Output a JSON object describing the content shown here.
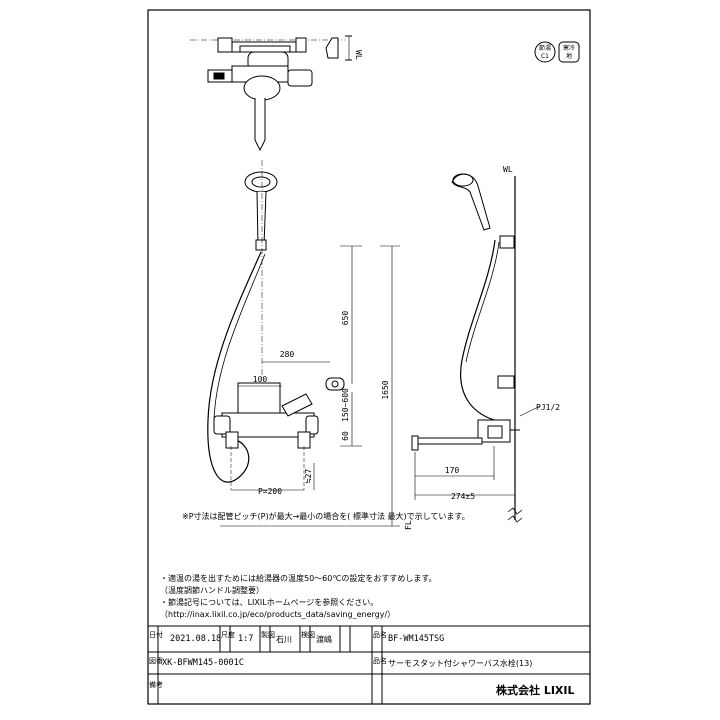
{
  "dimensions": {
    "d280": "280",
    "d100": "100",
    "d650": "650",
    "d1650": "1650",
    "d150600": "150~600",
    "d60": "60",
    "d27": "≒27",
    "pitch": "P=200",
    "d170": "170",
    "d274": "274±5",
    "pj": "PJ1/2",
    "wl": "WL",
    "fl": "FL"
  },
  "badges": {
    "left": "節湯\nC1",
    "right": "寒冷\n地"
  },
  "caption_note": "※P寸法は配管ピッチ(P)が最大→最小の場合を( 標準寸法 最大)で示しています。",
  "notes": [
    "・適温の湯を出すためには給湯器の温度50～60℃の設定をおすすめします。",
    "（温度調節ハンドル調整要）",
    "・節湯記号については、LIXILホームページを参照ください。",
    "（http://inax.lixil.co.jp/eco/products_data/saving_energy/）"
  ],
  "title_block": {
    "date_label": "日付",
    "date": "2021.08.18",
    "scale_label": "尺度",
    "scale": "1:7",
    "drawn_label": "製図",
    "drawn": "石川",
    "check_label": "検図",
    "check": "渡嶋",
    "product_code": "BF-WM145TSG",
    "drawing_no_label": "図番",
    "drawing_no": "XK-BFWM145-0001C",
    "name_label": "品名",
    "product_name": "サーモスタット付シャワーバス水栓(13)",
    "remarks_label": "備考",
    "company": "株式会社 LIXIL"
  }
}
